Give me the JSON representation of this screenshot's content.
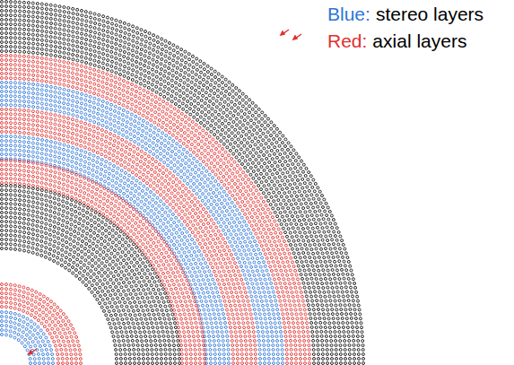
{
  "diagram": {
    "labels": [
      "Blue:",
      "Red:"
    ],
    "legend": [
      {
        "text": "stereo layers",
        "color": "#2e75d6"
      },
      {
        "text": "axial layers",
        "color": "#e0302f"
      }
    ]
  }
}
